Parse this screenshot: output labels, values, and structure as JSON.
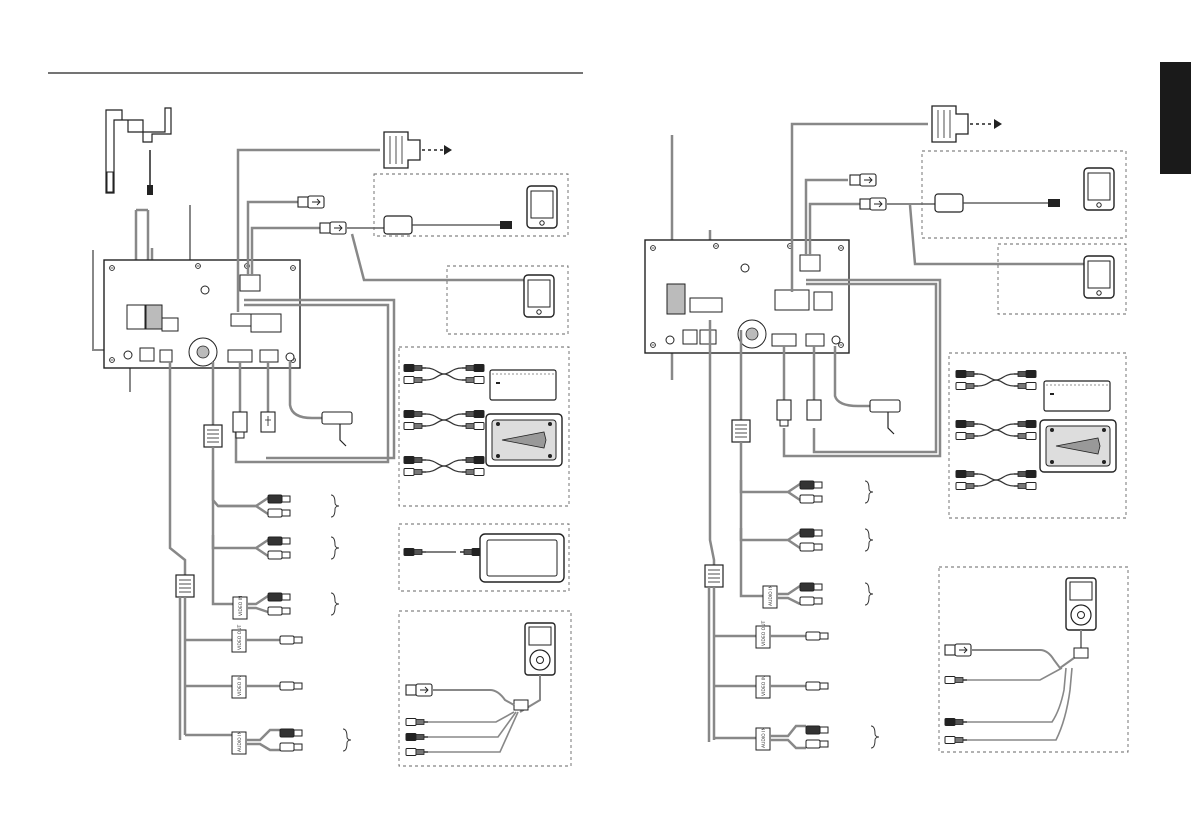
{
  "page": {
    "tab_color": "#1a1a1a",
    "line_color": "#555555",
    "cable_color": "#8a8a8a"
  },
  "left_unit": {
    "box_labels": [
      "VIDEO IN",
      "VIDEO IN",
      "AUDIO IN",
      "VIDEO OUT"
    ]
  },
  "right_unit": {
    "box_labels": [
      "VIDEO OUT",
      "VIDEO IN",
      "AUDIO IN",
      "AUDIO IN"
    ]
  },
  "icons": [
    "antenna-icon",
    "power-connector-icon",
    "smartphone-icon",
    "usb-plug-icon",
    "hdmi-plug-icon",
    "mic-jack-icon",
    "rca-cable-icon",
    "amplifier-icon",
    "subwoofer-icon",
    "monitor-icon",
    "ipod-icon"
  ]
}
